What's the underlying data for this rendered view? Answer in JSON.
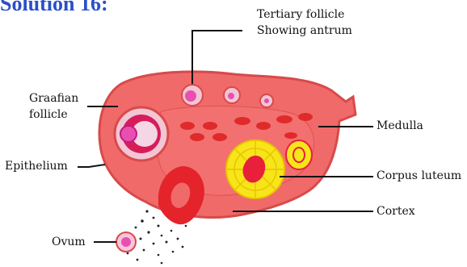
{
  "heading": "Solution 16:",
  "labels": {
    "tertiary_line1": "Tertiary follicle",
    "tertiary_line2": "Showing antrum",
    "graafian_line1": "Graafian",
    "graafian_line2": "follicle",
    "epithelium": "Epithelium",
    "ovum": "Ovum",
    "medulla": "Medulla",
    "corpus_luteum": "Corpus luteum",
    "cortex": "Cortex"
  },
  "colors": {
    "ovary_fill": "#f06a6a",
    "ovary_stroke": "#d84a4a",
    "medulla_fill": "#e84040",
    "follicle_ring": "#f2c6d4",
    "ovum_fill": "#e94fb0",
    "corpus_luteum": "#f7e51a",
    "corpus_core": "#e8203a",
    "heading": "#2a4fc9"
  }
}
